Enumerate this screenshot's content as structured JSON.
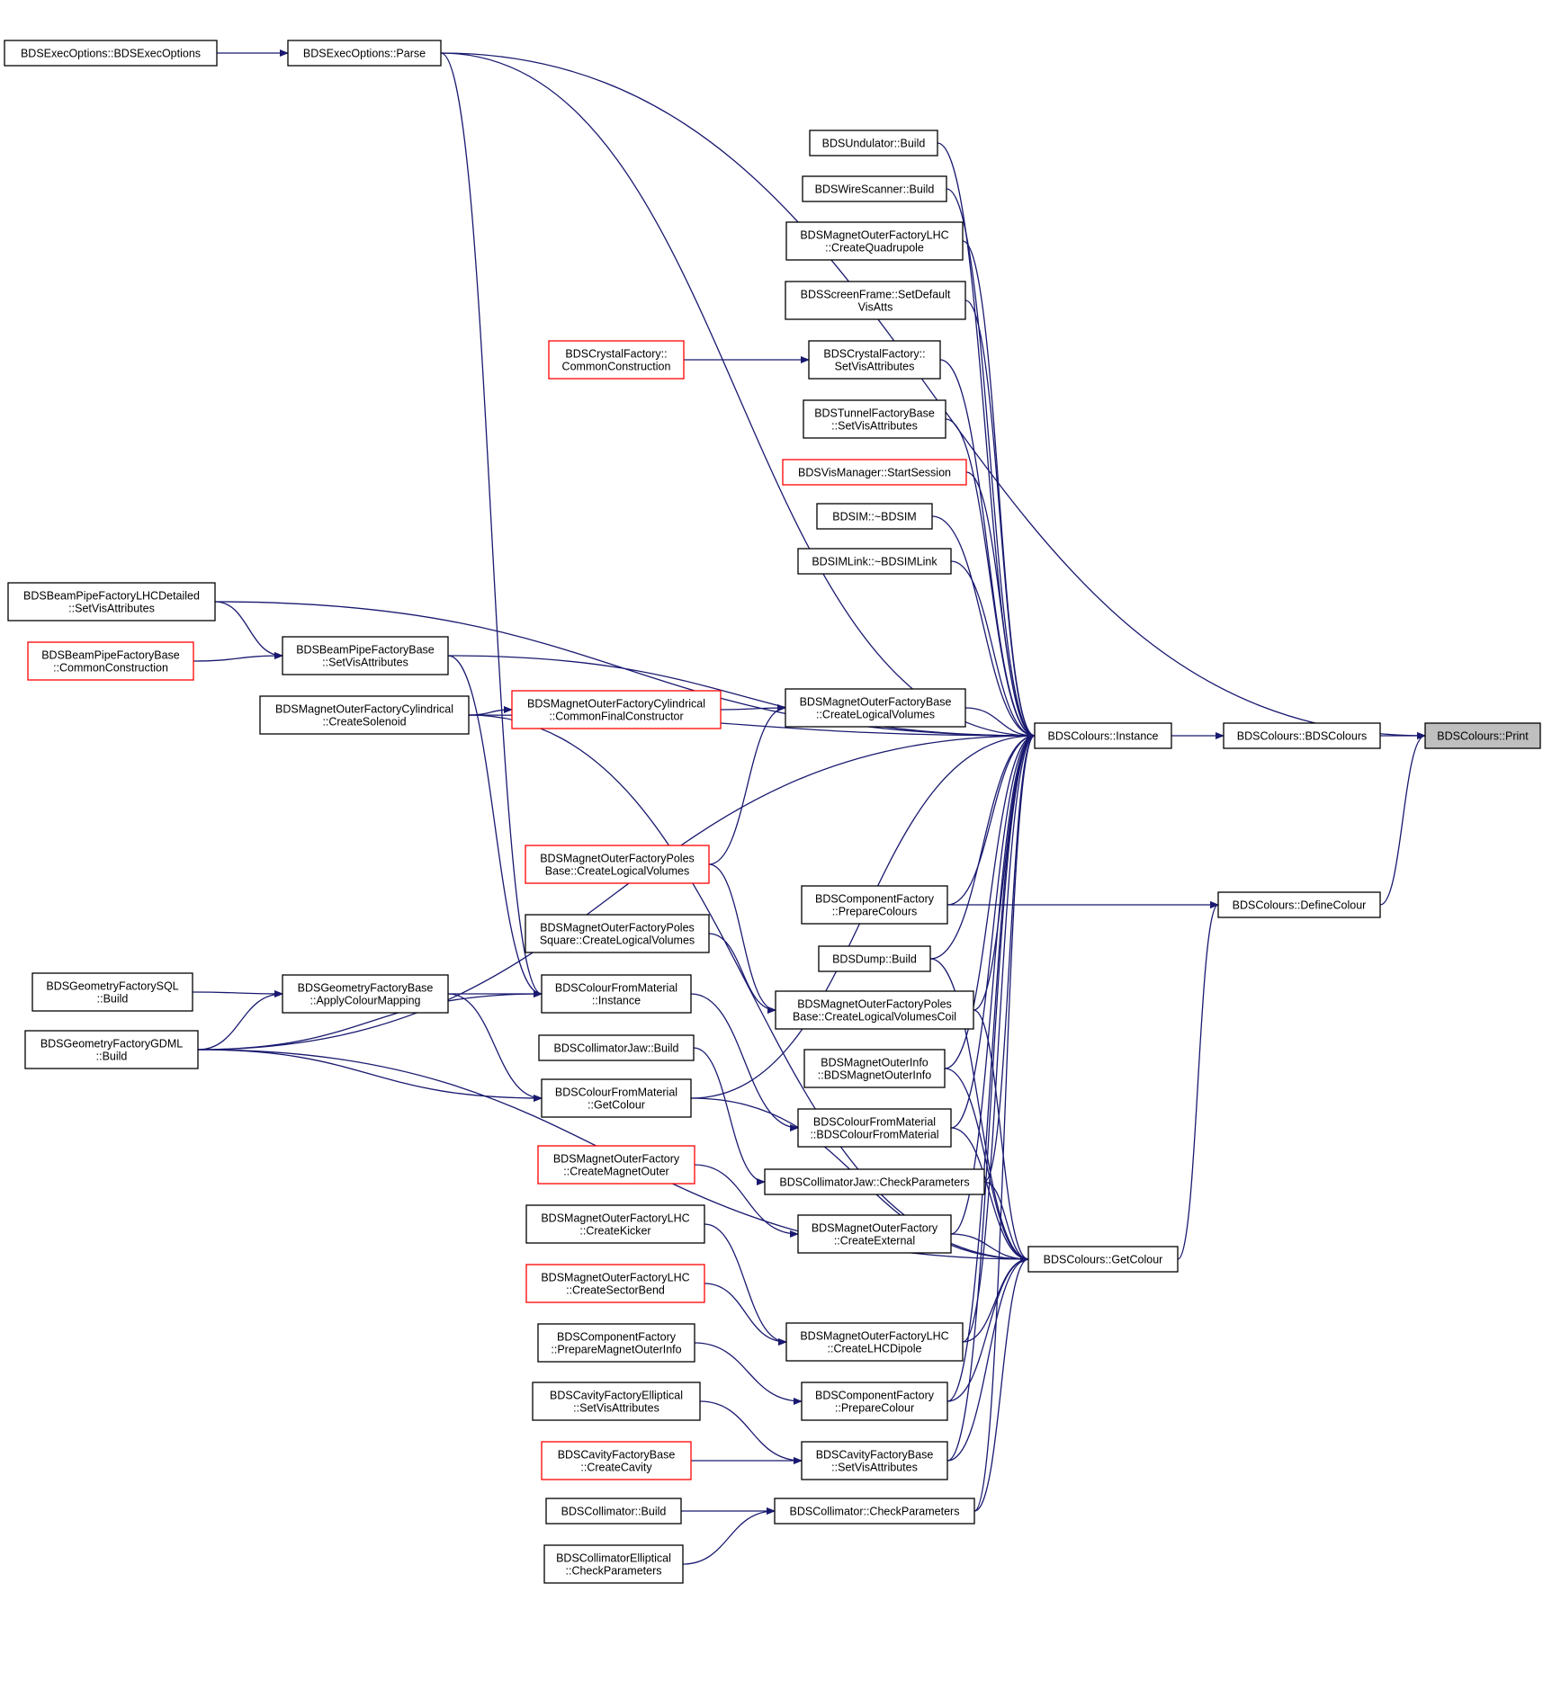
{
  "colors": {
    "edge": "#191970",
    "node_border": "#000000",
    "node_border_undocumented": "#ff0000",
    "focus_fill": "#bfbfbf"
  },
  "nodes": {
    "print": {
      "lines": [
        "BDSColours::Print"
      ],
      "style": "focus"
    },
    "bdscolours": {
      "lines": [
        "BDSColours::BDSColours"
      ],
      "style": "normal"
    },
    "definecolour": {
      "lines": [
        "BDSColours::DefineColour"
      ],
      "style": "normal"
    },
    "instance": {
      "lines": [
        "BDSColours::Instance"
      ],
      "style": "normal"
    },
    "getcolour": {
      "lines": [
        "BDSColours::GetColour"
      ],
      "style": "normal"
    },
    "parse": {
      "lines": [
        "BDSExecOptions::Parse"
      ],
      "style": "normal"
    },
    "execopts": {
      "lines": [
        "BDSExecOptions::BDSExecOptions"
      ],
      "style": "normal"
    },
    "undulator": {
      "lines": [
        "BDSUndulator::Build"
      ],
      "style": "normal"
    },
    "wirescanner": {
      "lines": [
        "BDSWireScanner::Build"
      ],
      "style": "normal"
    },
    "lhcquad": {
      "lines": [
        "BDSMagnetOuterFactoryLHC",
        "::CreateQuadrupole"
      ],
      "style": "normal"
    },
    "screenframe": {
      "lines": [
        "BDSScreenFrame::SetDefault",
        "VisAtts"
      ],
      "style": "normal"
    },
    "crystalvis": {
      "lines": [
        "BDSCrystalFactory::",
        "SetVisAttributes"
      ],
      "style": "normal"
    },
    "crystalcommon": {
      "lines": [
        "BDSCrystalFactory::",
        "CommonConstruction"
      ],
      "style": "red"
    },
    "tunnelvis": {
      "lines": [
        "BDSTunnelFactoryBase",
        "::SetVisAttributes"
      ],
      "style": "normal"
    },
    "vismanager": {
      "lines": [
        "BDSVisManager::StartSession"
      ],
      "style": "red"
    },
    "bdsim": {
      "lines": [
        "BDSIM::~BDSIM"
      ],
      "style": "normal"
    },
    "bdsimlink": {
      "lines": [
        "BDSIMLink::~BDSIMLink"
      ],
      "style": "normal"
    },
    "bplhcdet": {
      "lines": [
        "BDSBeamPipeFactoryLHCDetailed",
        "::SetVisAttributes"
      ],
      "style": "normal"
    },
    "bpbasevis": {
      "lines": [
        "BDSBeamPipeFactoryBase",
        "::SetVisAttributes"
      ],
      "style": "normal"
    },
    "bpbasecommon": {
      "lines": [
        "BDSBeamPipeFactoryBase",
        "::CommonConstruction"
      ],
      "style": "red"
    },
    "cylsolenoid": {
      "lines": [
        "BDSMagnetOuterFactoryCylindrical",
        "::CreateSolenoid"
      ],
      "style": "normal"
    },
    "cylcommonfinal": {
      "lines": [
        "BDSMagnetOuterFactoryCylindrical",
        "::CommonFinalConstructor"
      ],
      "style": "red"
    },
    "mofbaselv": {
      "lines": [
        "BDSMagnetOuterFactoryBase",
        "::CreateLogicalVolumes"
      ],
      "style": "normal"
    },
    "polesbaselv": {
      "lines": [
        "BDSMagnetOuterFactoryPoles",
        "Base::CreateLogicalVolumes"
      ],
      "style": "red"
    },
    "compfactorycolours": {
      "lines": [
        "BDSComponentFactory",
        "::PrepareColours"
      ],
      "style": "normal"
    },
    "polessquarelv": {
      "lines": [
        "BDSMagnetOuterFactoryPoles",
        "Square::CreateLogicalVolumes"
      ],
      "style": "normal"
    },
    "dump": {
      "lines": [
        "BDSDump::Build"
      ],
      "style": "normal"
    },
    "gfsql": {
      "lines": [
        "BDSGeometryFactorySQL",
        "::Build"
      ],
      "style": "normal"
    },
    "gfbase": {
      "lines": [
        "BDSGeometryFactoryBase",
        "::ApplyColourMapping"
      ],
      "style": "normal"
    },
    "cfminstance": {
      "lines": [
        "BDSColourFromMaterial",
        "::Instance"
      ],
      "style": "normal"
    },
    "polesbasecoil": {
      "lines": [
        "BDSMagnetOuterFactoryPoles",
        "Base::CreateLogicalVolumesCoil"
      ],
      "style": "normal"
    },
    "gdml": {
      "lines": [
        "BDSGeometryFactoryGDML",
        "::Build"
      ],
      "style": "normal"
    },
    "colljawbuild": {
      "lines": [
        "BDSCollimatorJaw::Build"
      ],
      "style": "normal"
    },
    "magouterinfo": {
      "lines": [
        "BDSMagnetOuterInfo",
        "::BDSMagnetOuterInfo"
      ],
      "style": "normal"
    },
    "cfmgetcolour": {
      "lines": [
        "BDSColourFromMaterial",
        "::GetColour"
      ],
      "style": "normal"
    },
    "cfmctor": {
      "lines": [
        "BDSColourFromMaterial",
        "::BDSColourFromMaterial"
      ],
      "style": "normal"
    },
    "mofcreatemagouter": {
      "lines": [
        "BDSMagnetOuterFactory",
        "::CreateMagnetOuter"
      ],
      "style": "red"
    },
    "colljawcheck": {
      "lines": [
        "BDSCollimatorJaw::CheckParameters"
      ],
      "style": "normal"
    },
    "lhckicker": {
      "lines": [
        "BDSMagnetOuterFactoryLHC",
        "::CreateKicker"
      ],
      "style": "normal"
    },
    "mofexternal": {
      "lines": [
        "BDSMagnetOuterFactory",
        "::CreateExternal"
      ],
      "style": "normal"
    },
    "lhcsectorbend": {
      "lines": [
        "BDSMagnetOuterFactoryLHC",
        "::CreateSectorBend"
      ],
      "style": "red"
    },
    "lhcdipole": {
      "lines": [
        "BDSMagnetOuterFactoryLHC",
        "::CreateLHCDipole"
      ],
      "style": "normal"
    },
    "compfactorymoi": {
      "lines": [
        "BDSComponentFactory",
        "::PrepareMagnetOuterInfo"
      ],
      "style": "normal"
    },
    "compfactorycolour": {
      "lines": [
        "BDSComponentFactory",
        "::PrepareColour"
      ],
      "style": "normal"
    },
    "cavellvis": {
      "lines": [
        "BDSCavityFactoryElliptical",
        "::SetVisAttributes"
      ],
      "style": "normal"
    },
    "cavbasecreate": {
      "lines": [
        "BDSCavityFactoryBase",
        "::CreateCavity"
      ],
      "style": "red"
    },
    "cavbasevis": {
      "lines": [
        "BDSCavityFactoryBase",
        "::SetVisAttributes"
      ],
      "style": "normal"
    },
    "collbuild": {
      "lines": [
        "BDSCollimator::Build"
      ],
      "style": "normal"
    },
    "collcheck": {
      "lines": [
        "BDSCollimator::CheckParameters"
      ],
      "style": "normal"
    },
    "collellcheck": {
      "lines": [
        "BDSCollimatorElliptical",
        "::CheckParameters"
      ],
      "style": "normal"
    }
  }
}
